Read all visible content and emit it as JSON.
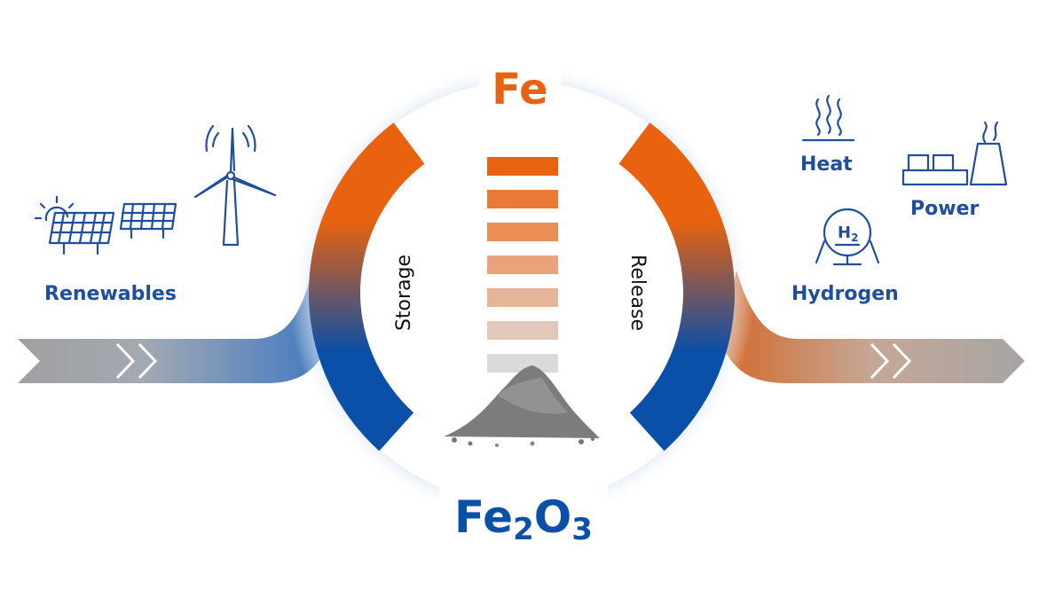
{
  "labels": {
    "fe": "Fe",
    "fe2o3": {
      "a": "Fe",
      "b": "2",
      "c": "O",
      "d": "3"
    },
    "storage": "Storage",
    "release": "Release",
    "renewables": "Renewables",
    "heat": "Heat",
    "power": "Power",
    "hydrogen": "Hydrogen",
    "h2": {
      "a": "H",
      "b": "2"
    }
  },
  "colors": {
    "orange": "#E8620F",
    "blue": "#0A4FA8",
    "text_blue": "#1F4E9E",
    "gray": "#9A9A9A"
  },
  "icons": [
    "solar-panel-icon",
    "sun-icon",
    "wind-turbine-icon",
    "heat-icon",
    "power-plant-icon",
    "hydrogen-tank-icon",
    "iron-oxide-pile-icon"
  ]
}
